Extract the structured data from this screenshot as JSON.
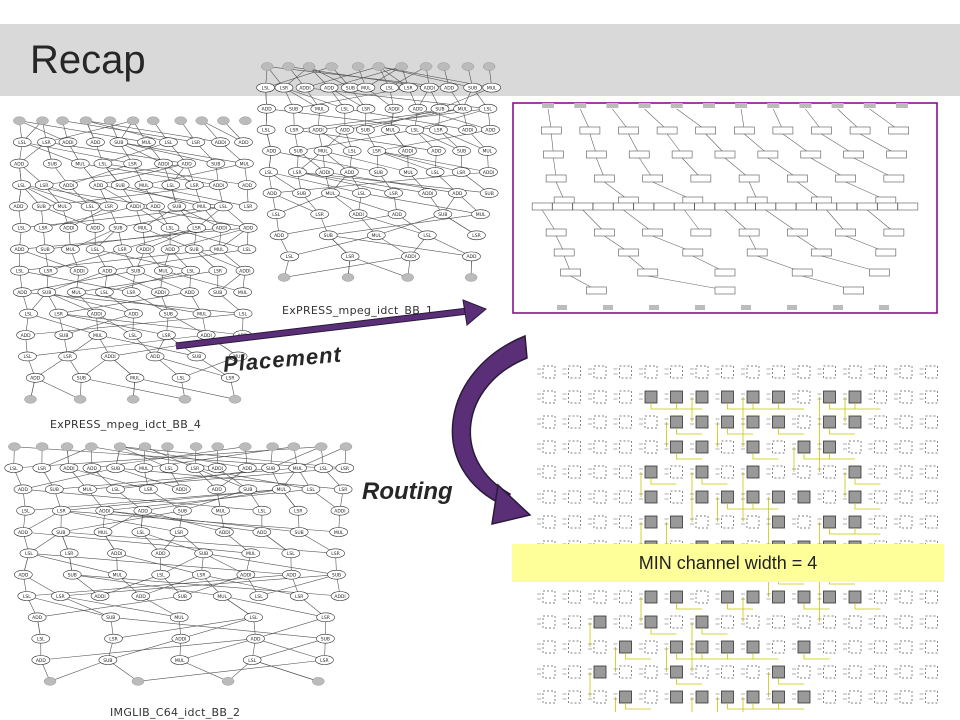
{
  "slide": {
    "title": "Recap",
    "colors": {
      "title_bar": "#d9d9d9",
      "arrow": "#5b2f77",
      "channel_highlight": "#ffff99",
      "placement_frame": "#800080"
    }
  },
  "graphs": {
    "bb4": {
      "label": "ExPRESS_mpeg_idct_BB_4"
    },
    "bb1": {
      "label": "ExPRESS_mpeg_idct_BB_1"
    },
    "bb2": {
      "label": "IMGLIB_C64_idct_BB_2"
    }
  },
  "node_ops": [
    "ADD",
    "SUB",
    "MUL",
    "LSL",
    "LSR",
    "ADDI"
  ],
  "stages": {
    "placement": "Placement",
    "routing": "Routing"
  },
  "routing_result": {
    "channel_label": "MIN channel width = 4"
  }
}
